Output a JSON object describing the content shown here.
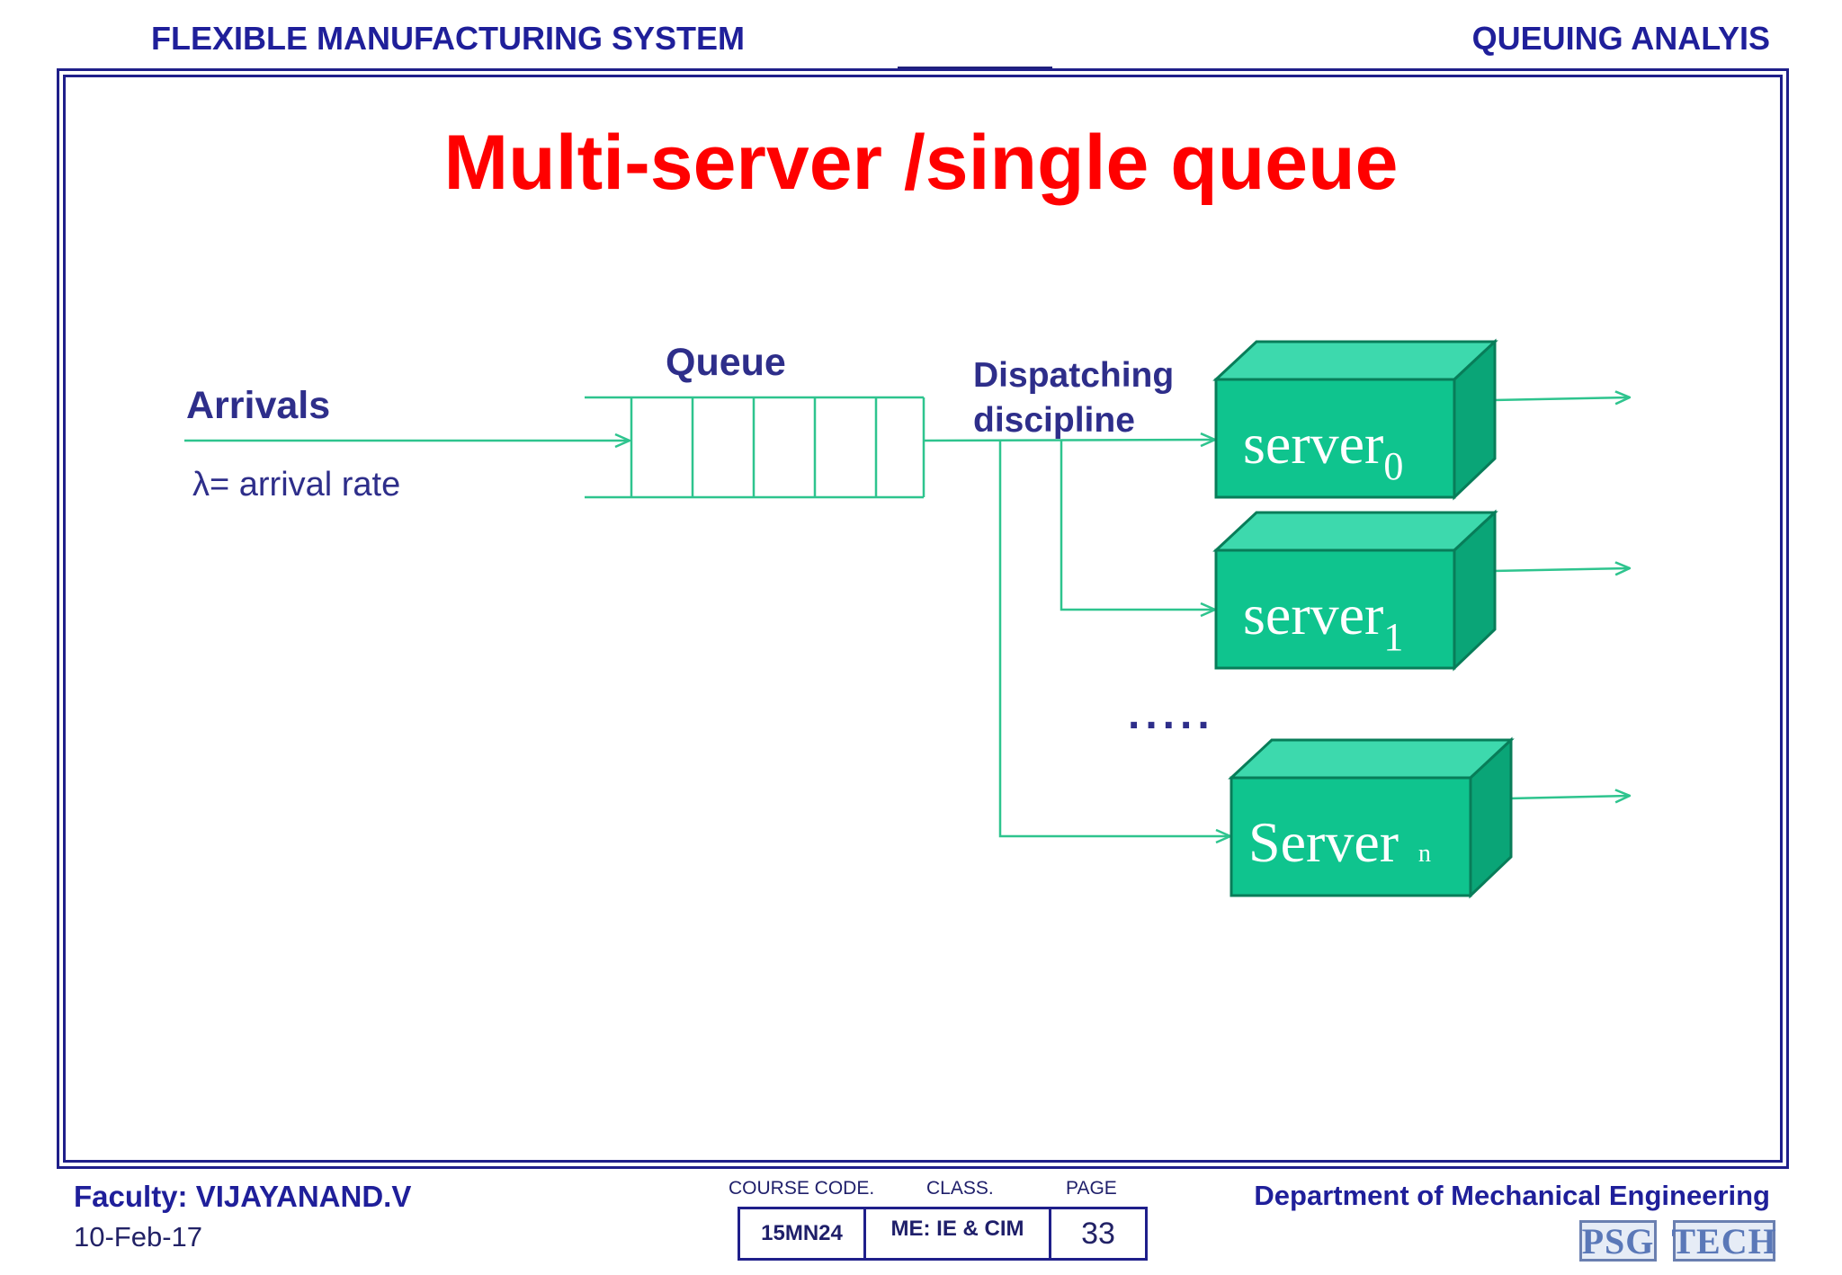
{
  "header": {
    "left": "FLEXIBLE MANUFACTURING SYSTEM",
    "right": "QUEUING ANALYIS"
  },
  "slide": {
    "title": "Multi-server /single queue"
  },
  "diagram": {
    "arrivals_label": "Arrivals",
    "arrival_rate_label": "λ= arrival rate",
    "queue_label": "Queue",
    "dispatch_label_line1": "Dispatching",
    "dispatch_label_line2": "discipline",
    "ellipsis": ".....",
    "servers": [
      {
        "name": "server",
        "subscript": "0"
      },
      {
        "name": "server",
        "subscript": "1"
      },
      {
        "name": "Server ",
        "subscript": "n"
      }
    ],
    "colors": {
      "line": "#2ec48e",
      "box_front": "#0fc48e",
      "box_top": "#3dd9ad",
      "box_side": "#0aa577",
      "box_border": "#087d59"
    }
  },
  "footer": {
    "faculty": "Faculty: VIJAYANAND.V",
    "date": "10-Feb-17",
    "course_code_label": "COURSE CODE.",
    "class_label": "CLASS.",
    "page_label": "PAGE",
    "course_code": "15MN24",
    "class": "ME: IE & CIM",
    "page": "33",
    "department": "Department of Mechanical Engineering",
    "logo_left": "PSG",
    "logo_right": "TECH"
  }
}
